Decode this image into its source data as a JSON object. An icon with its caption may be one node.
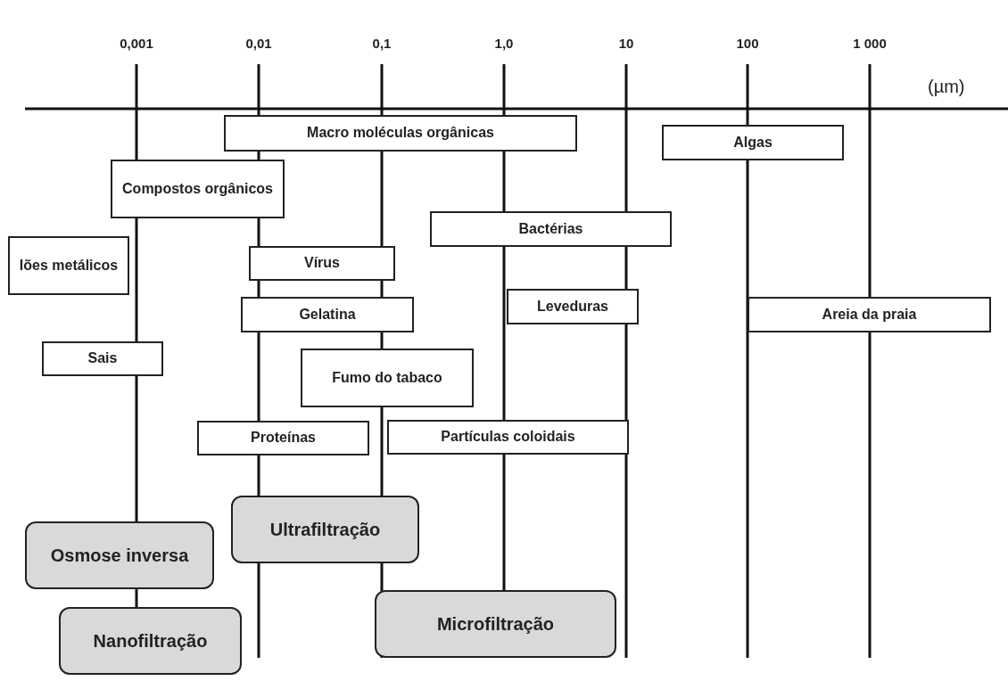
{
  "diagram": {
    "nodes": [
      {
        "text": [
          "Macro moléculas orgânicas"
        ]
      },
      {
        "text": [
          "Algas"
        ]
      },
      {
        "text": [
          "Compostos orgânicos"
        ]
      },
      {
        "text": [
          "Iões metálicos"
        ]
      },
      {
        "text": [
          "Bactérias"
        ]
      },
      {
        "text": [
          "Vírus"
        ]
      },
      {
        "text": [
          "Gelatina"
        ]
      },
      {
        "text": [
          "Leveduras"
        ]
      },
      {
        "text": [
          "Areia da praia"
        ]
      },
      {
        "text": [
          "Sais"
        ]
      },
      {
        "text": [
          "Fumo do tabaco"
        ]
      },
      {
        "text": [
          "Proteínas"
        ]
      },
      {
        "text": [
          "Partículas coloidais"
        ]
      },
      {
        "text": [
          "Ultrafiltração"
        ]
      },
      {
        "text": [
          "Osmose inversa"
        ]
      },
      {
        "text": [
          "Microfiltração"
        ]
      },
      {
        "text": [
          "Nanofiltração"
        ]
      }
    ],
    "labels": [
      "0,001",
      "0,01",
      "0,1",
      "1,0",
      "10",
      "100",
      "1 000",
      "(µm)"
    ]
  }
}
